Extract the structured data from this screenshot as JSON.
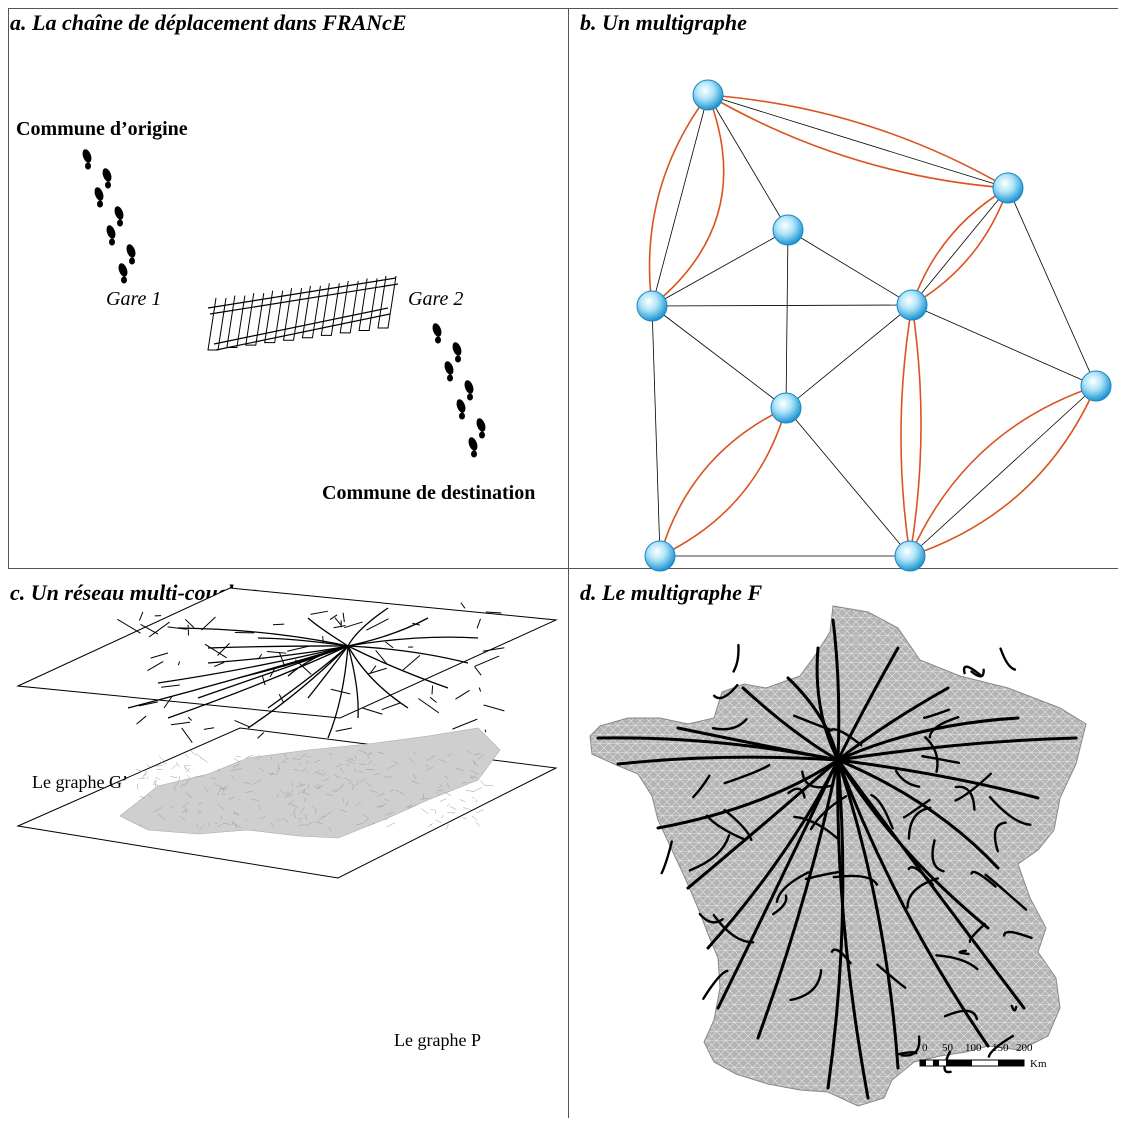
{
  "panels": {
    "a": {
      "title": "a. La chaîne de déplacement dans FRANcE",
      "origin_label": "Commune d’origine",
      "station1_label": "Gare 1",
      "station2_label": "Gare 2",
      "destination_label": "Commune de destination"
    },
    "b": {
      "title": "b. Un multigraphe",
      "node_color": "#2ea8e0",
      "multi_edge_color": "#d9541e",
      "simple_edge_color": "#000000"
    },
    "c": {
      "title": "c. Un réseau multi-couches",
      "layer_top_label": "Le graphe G’",
      "layer_bottom_label": "Le graphe P"
    },
    "d": {
      "title": "d. Le multigraphe F",
      "scale_ticks": [
        "0",
        "50",
        "100",
        "150",
        "200"
      ],
      "scale_unit": "Km"
    }
  }
}
